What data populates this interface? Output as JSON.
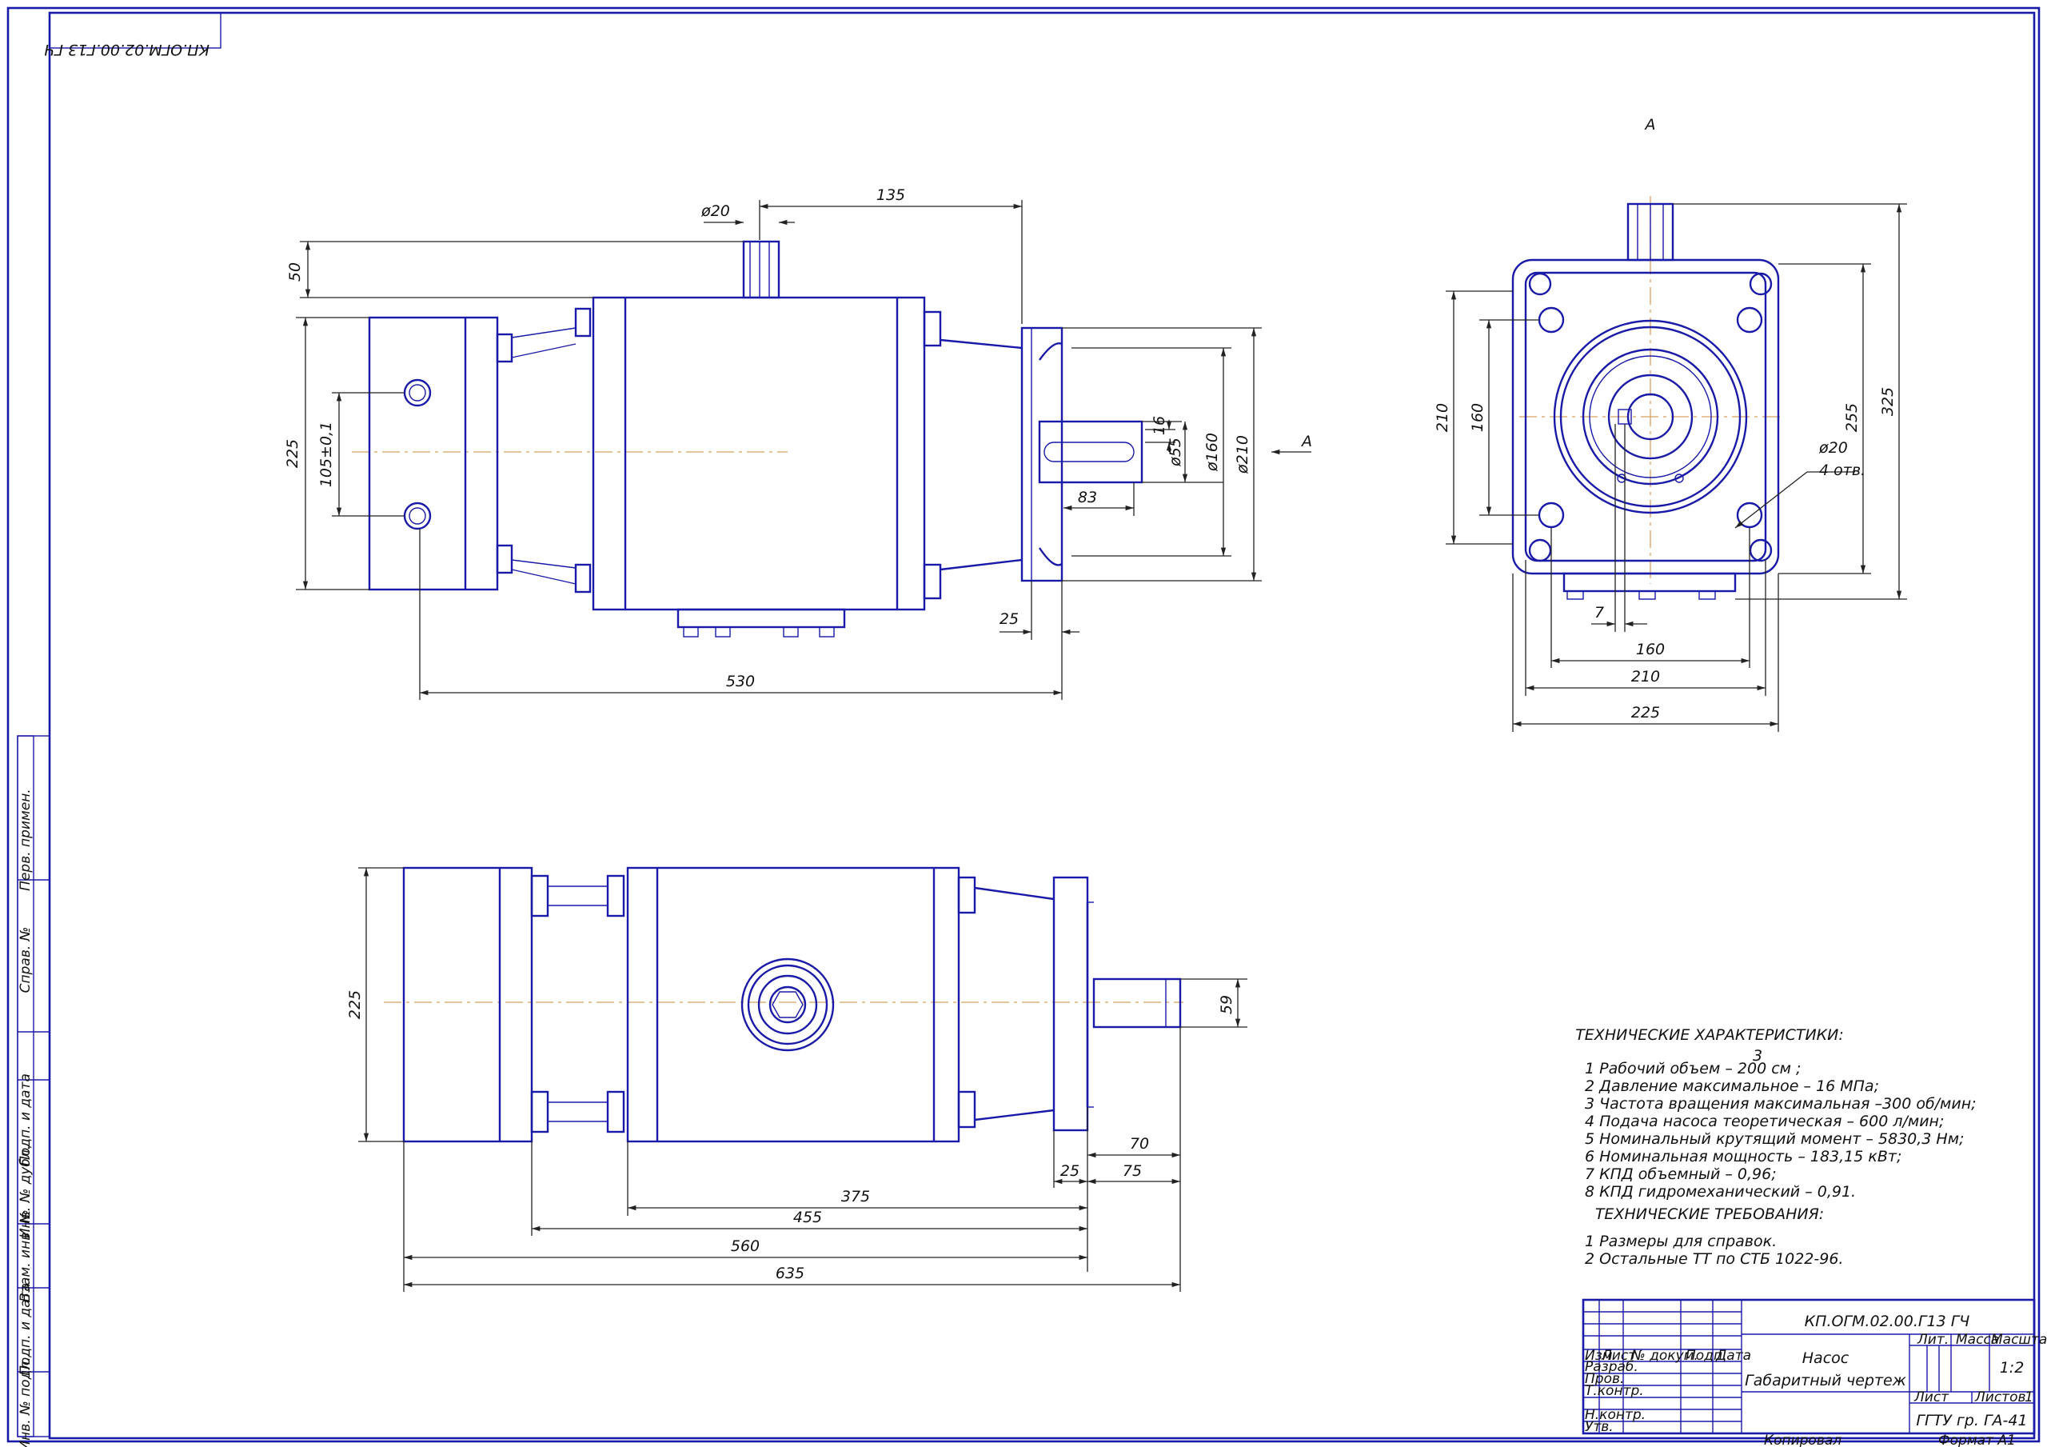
{
  "drawing": {
    "code": "КП.ОГМ.02.00.Г13 ГЧ",
    "title_line1": "Насос",
    "title_line2": "Габаритный чертеж",
    "org": "ГГТУ гр. ГА-41",
    "scale": "1:2",
    "sheets_label": "Листов",
    "sheets_value": "1",
    "sheet_label": "Лист",
    "lit_label": "Лит.",
    "mass_label": "Масса",
    "scale_label": "Масштаб",
    "copied": "Копировал",
    "format": "Формат    А1",
    "view_label": "A"
  },
  "title_block": {
    "cols": [
      "Изм",
      "Лист",
      "№ докум.",
      "Подп.",
      "Дата"
    ],
    "rows": [
      "Разраб.",
      "Пров.",
      "Т.контр.",
      "Н.контр.",
      "Утв."
    ]
  },
  "side_stamp": [
    "Перв. примен.",
    "Справ. №",
    "Подп. и дата",
    "Инв. № дубл.",
    "Взам. инв. №",
    "Подп. и дата",
    "Инв. № подл."
  ],
  "tech": {
    "heading": "ТЕХНИЧЕСКИЕ ХАРАКТЕРИСТИКИ:",
    "superscript": "3",
    "items": [
      "1 Рабочий объем – 200 см ;",
      "2 Давление максимальное – 16 МПа;",
      "3 Частота вращения максимальная –300 об/мин;",
      "4 Подача насоса теоретическая – 600 л/мин;",
      "5 Номинальный крутящий момент – 5830,3 Нм;",
      "6 Номинальная мощность – 183,15 кВт;",
      "7 КПД объемный – 0,96;",
      "8 КПД гидромеханический – 0,91."
    ],
    "req_heading": "ТЕХНИЧЕСКИЕ ТРЕБОВАНИЯ:",
    "req_items": [
      "1 Размеры для справок.",
      "2 Остальные ТТ по СТБ 1022-96."
    ]
  },
  "dims": {
    "front": {
      "d20": "ø20",
      "l135": "135",
      "l50": "50",
      "l225": "225",
      "l105": "105±0,1",
      "l16": "16",
      "d55": "ø55",
      "d160": "ø160",
      "d210": "ø210",
      "l83": "83",
      "l25": "25",
      "l530": "530"
    },
    "endview": {
      "l210": "210",
      "l160": "160",
      "l255": "255",
      "l325": "325",
      "d20": "ø20",
      "holes": "4 отв.",
      "l7": "7",
      "b160": "160",
      "b210": "210",
      "b225": "225"
    },
    "top": {
      "l225": "225",
      "l59": "59",
      "l70": "70",
      "l25": "25",
      "l75": "75",
      "l375": "375",
      "l455": "455",
      "l560": "560",
      "l635": "635"
    }
  }
}
